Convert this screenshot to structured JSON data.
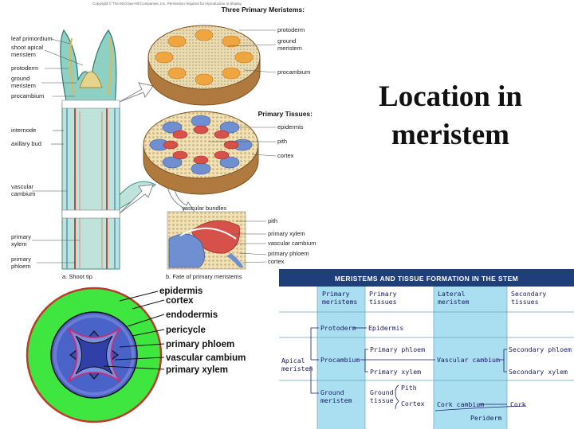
{
  "copyright": "Copyright © The McGraw-Hill Companies, Inc. Permission required for reproduction or display.",
  "title_lines": [
    "Location in",
    "meristem"
  ],
  "stem_figure": {
    "three_primary_meristems": "Three Primary Meristems:",
    "primary_tissues": "Primary Tissues:",
    "vascular_bundles": "vascular bundles",
    "caption_a": "a. Shoot tip",
    "caption_b": "b. Fate of primary meristems",
    "left_labels": {
      "leaf_primordium": "leaf primordium",
      "shoot_apical_1": "shoot apical",
      "shoot_apical_2": "meristem",
      "protoderm": "protoderm",
      "ground_meristem_1": "ground",
      "ground_meristem_2": "meristem",
      "procambium": "procambium",
      "internode": "internode",
      "axillary_bud": "axillary bud",
      "vascular_cambium_1": "vascular",
      "vascular_cambium_2": "cambium",
      "primary_xylem_1": "primary",
      "primary_xylem_2": "xylem",
      "primary_phloem_1": "primary",
      "primary_phloem_2": "phloem"
    },
    "disc1_labels": {
      "protoderm": "protoderm",
      "ground_meristem_1": "ground",
      "ground_meristem_2": "meristem",
      "procambium": "procambium"
    },
    "disc2_labels": {
      "epidermis": "epidermis",
      "pith": "pith",
      "cortex": "cortex"
    },
    "detail_labels": {
      "pith": "pith",
      "primary_xylem": "primary xylem",
      "vascular_cambium": "vascular cambium",
      "primary_phloem": "primary phloem",
      "cortex": "cortex"
    }
  },
  "root_section": {
    "labels": {
      "epidermis": "epidermis",
      "cortex": "cortex",
      "endodermis": "endodermis",
      "pericycle": "pericycle",
      "primary_phloem": "primary phloem",
      "vascular_cambium": "vascular cambium",
      "primary_xylem": "primary xylem"
    }
  },
  "table": {
    "header": "MERISTEMS AND TISSUE FORMATION IN THE STEM",
    "col_primary_meristems_1": "Primary",
    "col_primary_meristems_2": "meristems",
    "col_primary_tissues_1": "Primary",
    "col_primary_tissues_2": "tissues",
    "col_lateral_1": "Lateral",
    "col_lateral_2": "meristem",
    "col_secondary_1": "Secondary",
    "col_secondary_2": "tissues",
    "apical_1": "Apical",
    "apical_2": "meristem",
    "protoderm": "Protoderm",
    "epidermis": "Epidermis",
    "procambium": "Procambium",
    "primary_phloem": "Primary phloem",
    "primary_xylem": "Primary xylem",
    "vascular_cambium": "Vascular cambium",
    "secondary_phloem": "Secondary phloem",
    "secondary_xylem": "Secondary xylem",
    "ground_1": "Ground",
    "ground_2": "meristem",
    "ground_tissue_1": "Ground",
    "ground_tissue_2": "tissue",
    "pith": "Pith",
    "cortex": "Cortex",
    "cork_cambium": "Cork cambium",
    "cork": "Cork",
    "periderm": "Periderm"
  }
}
